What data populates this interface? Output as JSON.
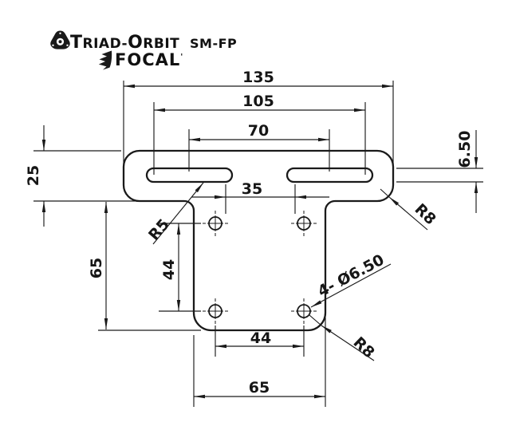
{
  "colors": {
    "ink": "#1a1a1a",
    "background": "#ffffff"
  },
  "logo": {
    "brand_initial_1": "T",
    "brand_rest_1": "RIAD-",
    "brand_initial_2": "O",
    "brand_rest_2": "RBIT",
    "model": "SM-FP",
    "sub_brand": "FOCAL",
    "sub_brand_mark": "'"
  },
  "dimensions": {
    "overall_top_width": "135",
    "slot_outer_spacing": "105",
    "slot_center_spacing": "70",
    "slot_inner_gap": "35",
    "top_bar_height": "25",
    "body_height": "65",
    "slot_width": "6.50",
    "hole_vertical_spacing": "44",
    "hole_horizontal_spacing": "44",
    "bottom_width": "65",
    "inner_fillet_radius": "R5",
    "top_corner_radius": "R8",
    "bottom_corner_radius": "R8",
    "hole_callout": "4- Ø6.50"
  }
}
